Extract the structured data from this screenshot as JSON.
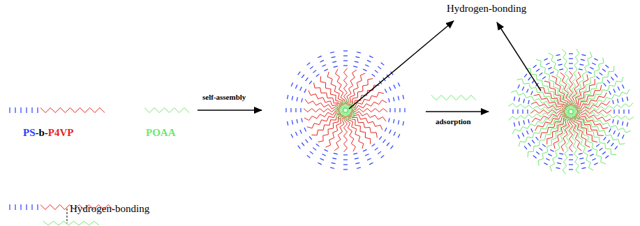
{
  "diagram": {
    "labels": [
      "Hydrogen-bonding",
      "self-assembly",
      "adsorption",
      "PS",
      "-b-",
      "P4VP",
      "POAA",
      "Hydrogen-bonding"
    ]
  }
}
